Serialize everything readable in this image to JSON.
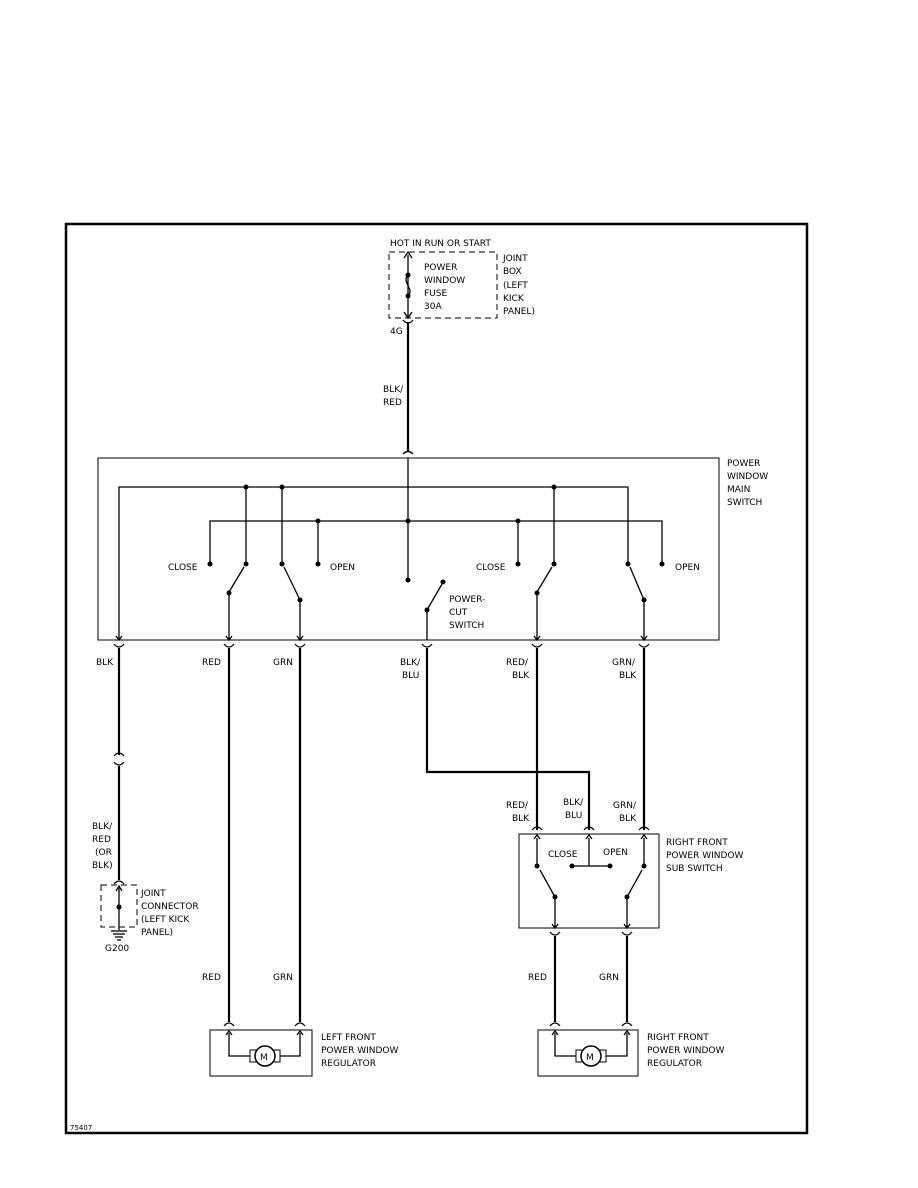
{
  "fuse_block": {
    "feed_label": "HOT IN RUN OR START",
    "fuse_label": [
      "POWER",
      "WINDOW",
      "FUSE",
      "30A"
    ],
    "box_label": [
      "JOINT",
      "BOX",
      "(LEFT",
      "KICK",
      "PANEL)"
    ],
    "terminal": "4G"
  },
  "feed_wire_label": [
    "BLK/",
    "RED"
  ],
  "main_switch": {
    "label": [
      "POWER",
      "WINDOW",
      "MAIN",
      "SWITCH"
    ],
    "left_close": "CLOSE",
    "left_open": "OPEN",
    "right_close": "CLOSE",
    "right_open": "OPEN",
    "power_cut_label": [
      "POWER-",
      "CUT",
      "SWITCH"
    ]
  },
  "wire_labels": {
    "blk": "BLK",
    "red": "RED",
    "grn": "GRN",
    "blk_blu": [
      "BLK/",
      "BLU"
    ],
    "red_blk": [
      "RED/",
      "BLK"
    ],
    "grn_blk": [
      "GRN/",
      "BLK"
    ],
    "sub_red_blk": [
      "RED/",
      "BLK"
    ],
    "sub_blk_blu": [
      "BLK/",
      "BLU"
    ],
    "sub_grn_blk": [
      "GRN/",
      "BLK"
    ],
    "ground_wire": [
      "BLK/",
      "RED",
      "(OR",
      "BLK)"
    ],
    "left_reg_red": "RED",
    "left_reg_grn": "GRN",
    "right_reg_red": "RED",
    "right_reg_grn": "GRN"
  },
  "joint_connector": {
    "label": [
      "JOINT",
      "CONNECTOR",
      "(LEFT KICK",
      "PANEL)"
    ],
    "ground": "G200"
  },
  "sub_switch": {
    "label": [
      "RIGHT FRONT",
      "POWER WINDOW",
      "SUB SWITCH"
    ],
    "close": "CLOSE",
    "open": "OPEN"
  },
  "left_regulator": {
    "label": [
      "LEFT FRONT",
      "POWER WINDOW",
      "REGULATOR"
    ],
    "motor": "M"
  },
  "right_regulator": {
    "label": [
      "RIGHT FRONT",
      "POWER WINDOW",
      "REGULATOR"
    ],
    "motor": "M"
  },
  "figure_id": "75407"
}
